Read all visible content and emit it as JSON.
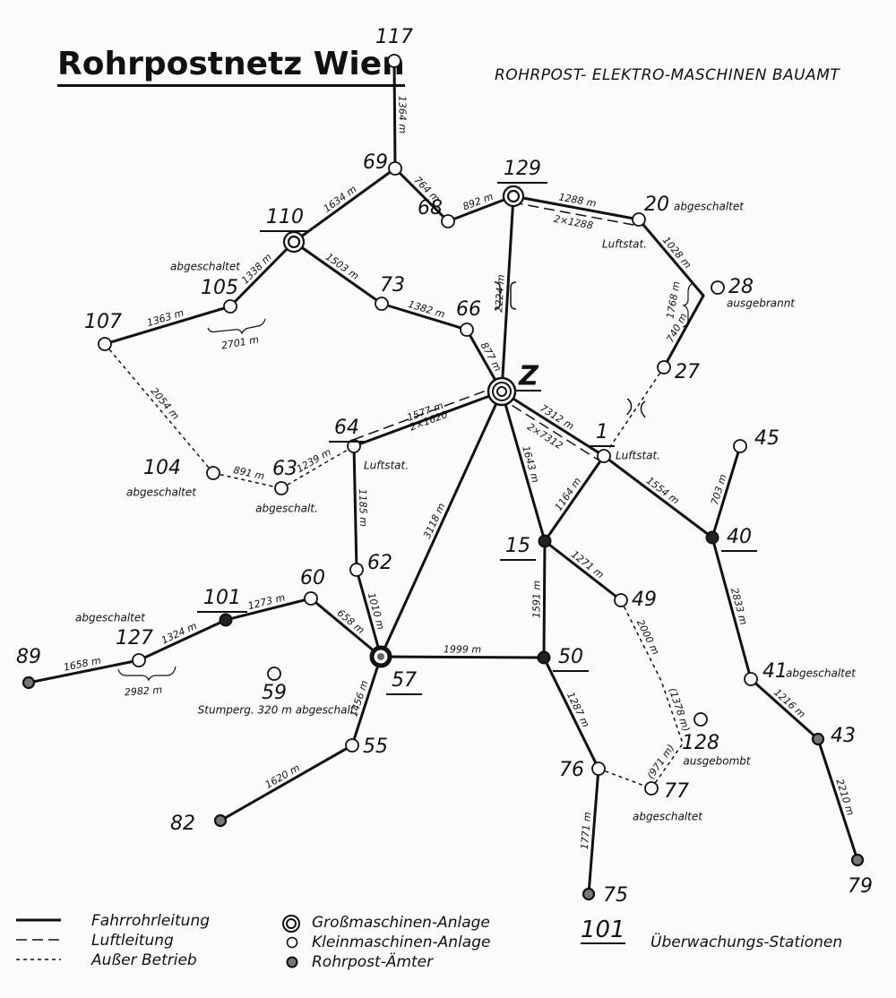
{
  "title": "Rohrpostnetz Wien",
  "subtitle": "ROHRPOST- ELEKTRO-MASCHINEN BAUAMT",
  "colors": {
    "ink": "#111111",
    "paper": "#fbfbf9"
  },
  "nodes": [
    {
      "id": "117",
      "type": "klein"
    },
    {
      "id": "69",
      "type": "klein"
    },
    {
      "id": "68",
      "type": "klein"
    },
    {
      "id": "129",
      "type": "gross",
      "underlined": true
    },
    {
      "id": "20",
      "type": "klein",
      "notes": [
        "abgeschaltet",
        "Luftstat."
      ]
    },
    {
      "id": "28",
      "type": "klein",
      "notes": [
        "ausgebrannt"
      ]
    },
    {
      "id": "27",
      "type": "klein"
    },
    {
      "id": "110",
      "type": "gross",
      "underlined": true
    },
    {
      "id": "105",
      "type": "klein",
      "notes": [
        "abgeschaltet"
      ]
    },
    {
      "id": "107",
      "type": "klein"
    },
    {
      "id": "73",
      "type": "klein"
    },
    {
      "id": "66",
      "type": "klein"
    },
    {
      "id": "Z",
      "type": "zentrale",
      "underlined": true
    },
    {
      "id": "64",
      "type": "klein",
      "underlined": true,
      "notes": [
        "Luftstat."
      ]
    },
    {
      "id": "63",
      "type": "klein",
      "notes": [
        "abgeschalt."
      ]
    },
    {
      "id": "104",
      "type": "klein",
      "notes": [
        "abgeschaltet"
      ]
    },
    {
      "id": "1",
      "type": "klein",
      "underlined": true,
      "notes": [
        "Luftstat."
      ]
    },
    {
      "id": "45",
      "type": "klein"
    },
    {
      "id": "40",
      "type": "station",
      "underlined": true
    },
    {
      "id": "15",
      "type": "station",
      "underlined": true
    },
    {
      "id": "49",
      "type": "klein"
    },
    {
      "id": "62",
      "type": "klein"
    },
    {
      "id": "60",
      "type": "klein"
    },
    {
      "id": "101",
      "type": "station",
      "underlined": true
    },
    {
      "id": "127",
      "type": "klein",
      "notes": [
        "abgeschaltet"
      ]
    },
    {
      "id": "89",
      "type": "amt"
    },
    {
      "id": "57",
      "type": "gross-dark",
      "underlined": true
    },
    {
      "id": "50",
      "type": "station",
      "underlined": true
    },
    {
      "id": "59",
      "type": "klein",
      "notes": [
        "Stumperg. 320 m abgeschalt."
      ]
    },
    {
      "id": "55",
      "type": "klein"
    },
    {
      "id": "82",
      "type": "amt"
    },
    {
      "id": "76",
      "type": "klein"
    },
    {
      "id": "77",
      "type": "klein",
      "notes": [
        "abgeschaltet"
      ]
    },
    {
      "id": "128",
      "type": "klein",
      "notes": [
        "ausgebombt"
      ]
    },
    {
      "id": "75",
      "type": "amt"
    },
    {
      "id": "41",
      "type": "klein",
      "notes": [
        "abgeschaltet"
      ]
    },
    {
      "id": "43",
      "type": "amt"
    },
    {
      "id": "79",
      "type": "amt"
    }
  ],
  "edges": [
    {
      "from": "117",
      "to": "69",
      "style": "solid",
      "labels": [
        "1364 m"
      ]
    },
    {
      "from": "69",
      "to": "110",
      "style": "solid",
      "labels": [
        "1634 m"
      ]
    },
    {
      "from": "69",
      "to": "68",
      "style": "solid",
      "labels": [
        "764 m"
      ]
    },
    {
      "from": "68",
      "to": "129",
      "style": "solid",
      "labels": [
        "892 m"
      ]
    },
    {
      "from": "129",
      "to": "Z",
      "style": "solid",
      "labels": [
        "2224 m"
      ]
    },
    {
      "from": "129",
      "to": "20",
      "style": "solid",
      "labels": [
        "1288 m"
      ]
    },
    {
      "from": "129",
      "to": "20",
      "style": "air",
      "labels": [
        "2×1288"
      ]
    },
    {
      "from": "20",
      "to": "27",
      "style": "solid",
      "labels": [
        "1028 m",
        "740 m"
      ]
    },
    {
      "from": "110",
      "to": "105",
      "style": "solid",
      "labels": [
        "1338 m"
      ]
    },
    {
      "from": "105",
      "to": "107",
      "style": "solid",
      "labels": [
        "1363 m"
      ]
    },
    {
      "from": "110",
      "to": "73",
      "style": "solid",
      "labels": [
        "1503 m"
      ]
    },
    {
      "from": "73",
      "to": "66",
      "style": "solid",
      "labels": [
        "1382 m"
      ]
    },
    {
      "from": "66",
      "to": "Z",
      "style": "solid",
      "labels": [
        "877 m"
      ]
    },
    {
      "from": "Z",
      "to": "64",
      "style": "solid",
      "labels": [
        "1577 m"
      ]
    },
    {
      "from": "Z",
      "to": "64",
      "style": "air",
      "labels": [
        "2×1620"
      ]
    },
    {
      "from": "Z",
      "to": "1",
      "style": "solid",
      "labels": [
        "7312 m"
      ]
    },
    {
      "from": "Z",
      "to": "1",
      "style": "air",
      "labels": [
        "2×7312"
      ]
    },
    {
      "from": "27",
      "to": "1",
      "style": "out",
      "labels": []
    },
    {
      "from": "107",
      "to": "104",
      "style": "out",
      "labels": [
        "2054 m"
      ]
    },
    {
      "from": "104",
      "to": "63",
      "style": "out",
      "labels": [
        "891 m"
      ]
    },
    {
      "from": "63",
      "to": "64",
      "style": "out",
      "labels": [
        "1239 m"
      ]
    },
    {
      "from": "64",
      "to": "62",
      "style": "solid",
      "labels": [
        "1185 m"
      ]
    },
    {
      "from": "62",
      "to": "57",
      "style": "solid",
      "labels": [
        "1010 m"
      ]
    },
    {
      "from": "Z",
      "to": "57",
      "style": "solid",
      "labels": [
        "3118 m"
      ]
    },
    {
      "from": "Z",
      "to": "15",
      "style": "solid",
      "labels": [
        "1643 m"
      ]
    },
    {
      "from": "1",
      "to": "15",
      "style": "solid",
      "labels": [
        "1164 m"
      ]
    },
    {
      "from": "1",
      "to": "40",
      "style": "solid",
      "labels": [
        "1554 m"
      ]
    },
    {
      "from": "45",
      "to": "40",
      "style": "solid",
      "labels": [
        "703 m"
      ]
    },
    {
      "from": "40",
      "to": "41",
      "style": "solid",
      "labels": [
        "2833 m"
      ]
    },
    {
      "from": "41",
      "to": "43",
      "style": "solid",
      "labels": [
        "1216 m"
      ]
    },
    {
      "from": "43",
      "to": "79",
      "style": "solid",
      "labels": [
        "2210 m"
      ]
    },
    {
      "from": "15",
      "to": "49",
      "style": "solid",
      "labels": [
        "1271 m"
      ]
    },
    {
      "from": "15",
      "to": "50",
      "style": "solid",
      "labels": [
        "1591 m"
      ]
    },
    {
      "from": "57",
      "to": "50",
      "style": "solid",
      "labels": [
        "1999 m"
      ]
    },
    {
      "from": "50",
      "to": "76",
      "style": "solid",
      "labels": [
        "1287 m"
      ]
    },
    {
      "from": "76",
      "to": "75",
      "style": "solid",
      "labels": [
        "1771 m"
      ]
    },
    {
      "from": "49",
      "to": "77",
      "style": "out",
      "labels": [
        "2000 m",
        "(1378 m)",
        "(971 m)"
      ]
    },
    {
      "from": "76",
      "to": "77",
      "style": "out",
      "labels": []
    },
    {
      "from": "57",
      "to": "60",
      "style": "solid",
      "labels": [
        "658 m"
      ]
    },
    {
      "from": "60",
      "to": "101",
      "style": "solid",
      "labels": [
        "1273 m"
      ]
    },
    {
      "from": "101",
      "to": "127",
      "style": "solid",
      "labels": [
        "1324 m"
      ]
    },
    {
      "from": "127",
      "to": "89",
      "style": "solid",
      "labels": [
        "1658 m"
      ]
    },
    {
      "from": "57",
      "to": "55",
      "style": "solid",
      "labels": [
        "1456 m"
      ]
    },
    {
      "from": "55",
      "to": "82",
      "style": "solid",
      "labels": [
        "1620 m"
      ]
    }
  ],
  "braces": [
    {
      "id": "b105",
      "label": "2701 m"
    },
    {
      "id": "b127",
      "label": "2982 m"
    },
    {
      "id": "b20",
      "label": "1768 m"
    }
  ],
  "legend": {
    "lines": [
      {
        "style": "solid",
        "label": "Fahrrohrleitung"
      },
      {
        "style": "air",
        "label": "Luftleitung"
      },
      {
        "style": "out",
        "label": "Außer Betrieb"
      }
    ],
    "symbols": [
      {
        "type": "gross",
        "label": "Großmaschinen-Anlage"
      },
      {
        "type": "klein",
        "label": "Kleinmaschinen-Anlage"
      },
      {
        "type": "amt",
        "label": "Rohrpost-Ämter"
      }
    ],
    "station": {
      "sample": "101",
      "label": "Überwachungs-Stationen"
    }
  }
}
